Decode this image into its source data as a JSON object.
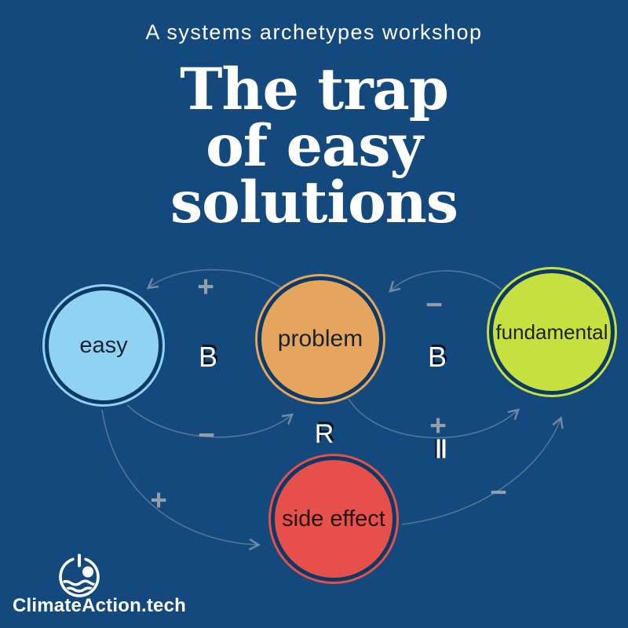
{
  "header": {
    "subtitle": "A systems archetypes workshop",
    "title_lines": [
      "The trap",
      "of easy",
      "solutions"
    ]
  },
  "diagram": {
    "nodes": [
      {
        "id": "easy",
        "label": "easy",
        "fill": "#8fd2f2"
      },
      {
        "id": "problem",
        "label": "problem",
        "fill": "#e6a55c"
      },
      {
        "id": "fundamental",
        "label": "fundamental",
        "fill": "#c6e13d"
      },
      {
        "id": "side-effect",
        "label": "side effect",
        "fill": "#e74f4a"
      }
    ],
    "loop_labels": {
      "balancing_left": "B",
      "balancing_right": "B",
      "reinforcing_center": "R"
    },
    "sign_labels": {
      "plus_problem_to_easy": "+",
      "minus_easy_to_problem": "−",
      "minus_fundamental_to_problem": "−",
      "plus_problem_to_fundamental": "+",
      "delay_mark": "‖",
      "plus_easy_to_side_effect": "+",
      "minus_side_effect_to_fundamental": "−"
    },
    "edges": [
      {
        "from": "problem",
        "to": "easy",
        "sign": "+"
      },
      {
        "from": "easy",
        "to": "problem",
        "sign": "−"
      },
      {
        "from": "fundamental",
        "to": "problem",
        "sign": "−"
      },
      {
        "from": "problem",
        "to": "fundamental",
        "sign": "+",
        "delay": true
      },
      {
        "from": "easy",
        "to": "side-effect",
        "sign": "+"
      },
      {
        "from": "side-effect",
        "to": "fundamental",
        "sign": "−"
      }
    ]
  },
  "footer": {
    "brand": "ClimateAction.tech"
  },
  "colors": {
    "background": "#13497d",
    "ring": "#0c3a68",
    "node_easy": "#8fd2f2",
    "node_problem": "#e6a55c",
    "node_fundamental": "#c6e13d",
    "node_side_effect": "#e74f4a",
    "sign_gray": "#93a0ab",
    "arc_gray": "#8a9aab",
    "text_white": "#ffffff"
  }
}
